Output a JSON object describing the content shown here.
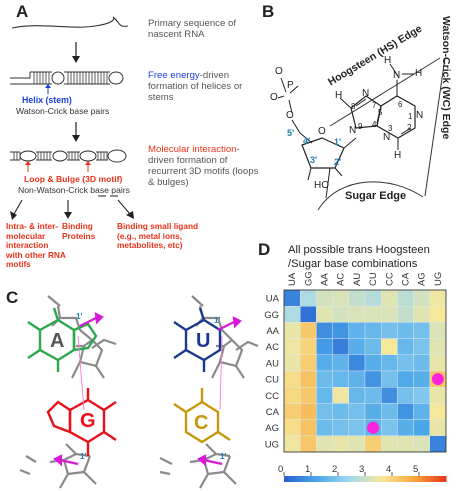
{
  "panels": {
    "A": {
      "label": "A",
      "step1": "Primary sequence of nascent RNA",
      "step2_colored": "Free energy",
      "step2_rest": "-driven formation of helices or stems",
      "helix_label": "Helix (stem)",
      "helix_sub": "Watson-Crick base pairs",
      "step3_colored": "Molecular interaction",
      "step3_rest": "-driven formation of recurrent 3D motifs (loops & bulges)",
      "motif_label": "Loop & Bulge (3D motif)",
      "motif_sub": "Non-Watson-Crick base pairs",
      "outcomes": [
        "Intra- & inter-molecular interaction with other RNA motifs",
        "Binding Proteins",
        "Binding small ligand (e.g., metal ions, metabolites, etc)"
      ]
    },
    "B": {
      "label": "B",
      "hs_edge": "Hoogsteen (HS) Edge",
      "wc_edge": "Watson-Crick (WC) Edge",
      "sugar_edge": "Sugar Edge",
      "atoms": {
        "O_top": "O",
        "P": "P",
        "O_left": "O",
        "O_ester": "O",
        "five_prime": "5'",
        "four_prime": "4'",
        "three_prime": "3'",
        "two_prime": "2'",
        "one_prime": "1'",
        "ring_O": "O",
        "HO": "HO",
        "N7": "N",
        "n7": "7",
        "C8": "H",
        "n8": "8",
        "N9": "N",
        "n9": "9",
        "n5": "5",
        "n4": "4",
        "n6": "6",
        "N1": "N",
        "n1": "1",
        "n2": "2",
        "N3": "N",
        "n3": "3",
        "H2": "H",
        "N6": "N",
        "H6a": "H",
        "H6b": "H"
      }
    },
    "C": {
      "label": "C",
      "bases": [
        "A",
        "G",
        "U",
        "C"
      ],
      "one_prime": "1'"
    },
    "D": {
      "label": "D",
      "title_line1": "All possible trans Hoogsteen",
      "title_line2": "/Sugar base combinations",
      "columns": [
        "UA",
        "GG",
        "AA",
        "AC",
        "AU",
        "CU",
        "CC",
        "CA",
        "AG",
        "UG"
      ],
      "rows": [
        "UA",
        "GG",
        "AA",
        "AC",
        "AU",
        "CU",
        "CC",
        "CA",
        "AG",
        "UG"
      ],
      "scale_ticks": [
        "0",
        "1",
        "2",
        "3",
        "4",
        "5"
      ]
    }
  },
  "chart_data": {
    "type": "heatmap",
    "title": "All possible trans Hoogsteen /Sugar base combinations",
    "x": [
      "UA",
      "GG",
      "AA",
      "AC",
      "AU",
      "CU",
      "CC",
      "CA",
      "AG",
      "UG"
    ],
    "y": [
      "UA",
      "GG",
      "AA",
      "AC",
      "AU",
      "CU",
      "CC",
      "CA",
      "AG",
      "UG"
    ],
    "values": [
      [
        0.6,
        2.6,
        3.1,
        3.2,
        2.9,
        2.7,
        3.3,
        2.8,
        3.1,
        3.5
      ],
      [
        2.6,
        0.3,
        3.3,
        3.1,
        3.2,
        3.2,
        3.2,
        2.9,
        3.3,
        3.6
      ],
      [
        3.4,
        4.2,
        0.8,
        0.9,
        1.5,
        1.6,
        1.8,
        1.7,
        1.8,
        3.2
      ],
      [
        3.5,
        4.0,
        1.0,
        0.5,
        1.4,
        1.7,
        3.6,
        1.6,
        1.9,
        3.3
      ],
      [
        3.4,
        4.1,
        1.4,
        1.5,
        0.7,
        1.4,
        1.6,
        1.8,
        1.7,
        3.4
      ],
      [
        3.8,
        4.3,
        1.7,
        1.6,
        1.5,
        0.9,
        1.8,
        1.3,
        1.4,
        4.2
      ],
      [
        3.9,
        4.2,
        1.6,
        3.5,
        1.6,
        1.7,
        0.8,
        1.8,
        2.0,
        3.4
      ],
      [
        4.1,
        4.4,
        1.8,
        1.7,
        1.8,
        1.4,
        1.7,
        0.9,
        1.5,
        3.6
      ],
      [
        3.8,
        4.3,
        1.7,
        1.8,
        1.9,
        1.5,
        1.9,
        1.4,
        1.2,
        3.4
      ],
      [
        3.5,
        4.2,
        3.3,
        3.4,
        3.3,
        4.1,
        3.3,
        3.3,
        3.2,
        0.6
      ]
    ],
    "markers": [
      {
        "row": "CU",
        "col": "UG",
        "color": "#ff22dd"
      },
      {
        "row": "AG",
        "col": "CU",
        "color": "#ff22dd"
      }
    ],
    "colorscale": [
      "#2a5fd0",
      "#49a6e8",
      "#9fd8f0",
      "#f6e89a",
      "#f8a83a",
      "#e8331c"
    ],
    "scale_range": [
      0,
      6
    ],
    "scale_ticks": [
      0,
      1,
      2,
      3,
      4,
      5
    ]
  }
}
